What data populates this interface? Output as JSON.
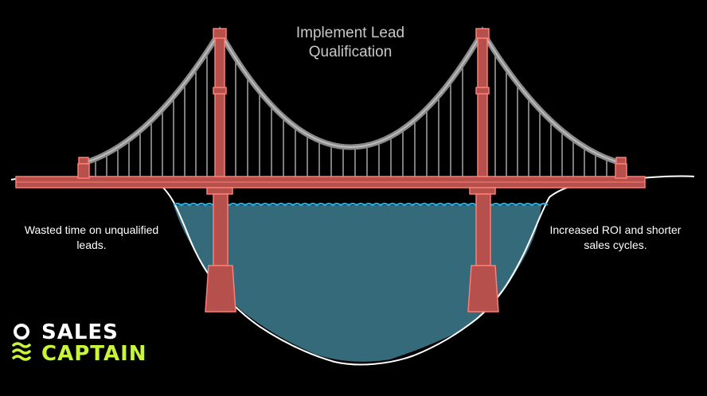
{
  "title": {
    "line1": "Implement Lead",
    "line2": "Qualification"
  },
  "left_bank": {
    "line1": "Wasted time on unqualified",
    "line2": "leads."
  },
  "right_bank": {
    "line1": "Increased ROI and shorter",
    "line2": "sales cycles."
  },
  "logo": {
    "word1": "SALES",
    "word2": "CAPTAIN",
    "accent_color": "#c8f53a"
  },
  "colors": {
    "tower_fill": "#b6504c",
    "tower_stroke": "#ff7d73",
    "cable": "#8a8a8a",
    "water": "#356a7b",
    "water_line": "#2bb5e8",
    "ground_outline": "#ffffff"
  },
  "icons": [
    "ring-icon",
    "waves-icon"
  ]
}
